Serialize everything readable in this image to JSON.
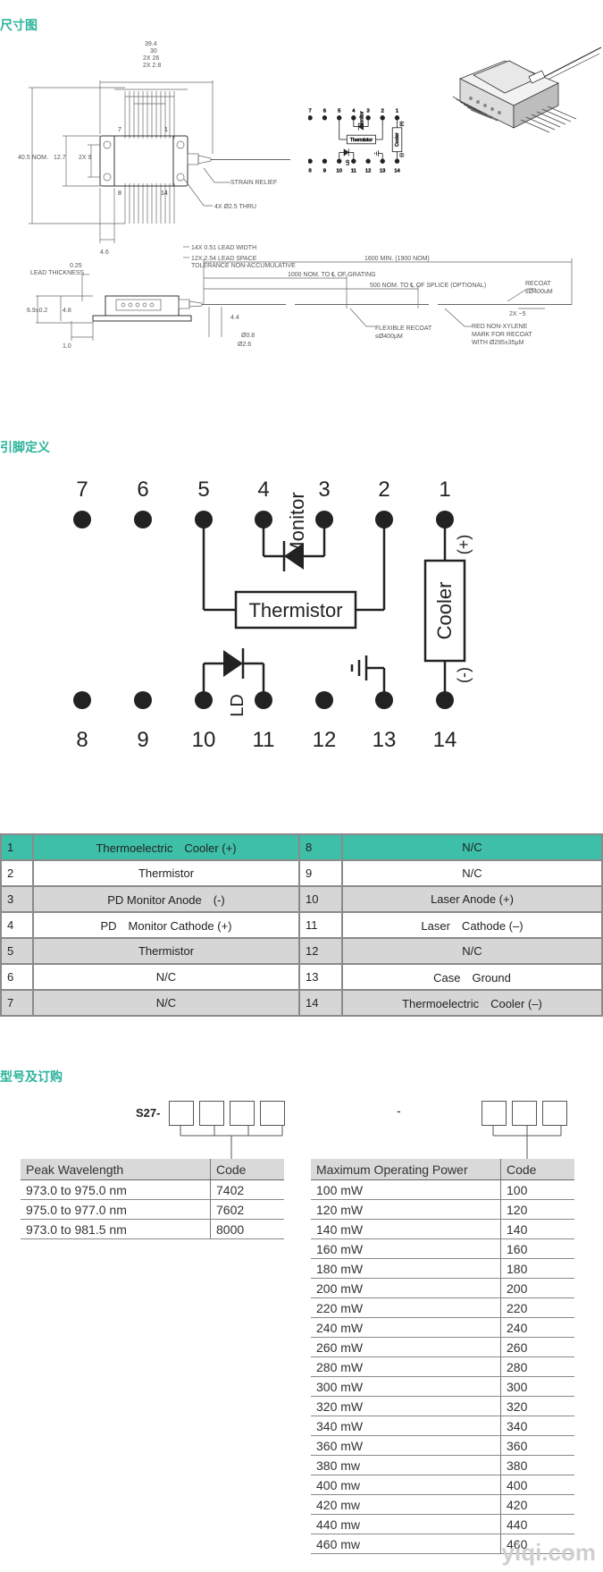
{
  "sections": {
    "dimensions": "尺寸图",
    "pin_definition": "引脚定义",
    "ordering": "型号及订购"
  },
  "drawing": {
    "dim_39_4": "39.4",
    "dim_30": "30",
    "dim_2x26": "2X 26",
    "dim_2x28": "2X 2.8",
    "dim_40_5": "40.5 NOM.",
    "dim_12_7": "12.7",
    "dim_2x9": "2X 9",
    "dim_4_6": "4.6",
    "strain_relief": "STRAIN RELIEF",
    "thru": "4X Ø2.5 THRU",
    "lead_width": "14X 0.51 LEAD WIDTH",
    "lead_space": "12X 2.54 LEAD SPACE",
    "tolerance": "TOLERANCE NON-ACCUMULATIVE",
    "pin7": "7",
    "pin1": "1",
    "pin8": "8",
    "pin14": "14",
    "lead_thickness": "LEAD THICKNESS",
    "dim_0_25": "0.25",
    "dim_6_9": "6.9±0.2",
    "dim_4_8": "4.8",
    "dim_1_0": "1.0",
    "dim_4_4": "4.4",
    "dim_08": "Ø0.8",
    "dim_26": "Ø2.6",
    "len_1600": "1600 MIN. (1900 NOM)",
    "len_1000": "1000 NOM. TO ℄ OF GRATING",
    "len_500": "500 NOM. TO ℄ OF SPLICE (OPTIONAL)",
    "recoat": "RECOAT",
    "recoat_dia": "≤Ø400uM",
    "flex_recoat": "FLEXIBLE RECOAT",
    "flex_dia": "≤Ø400μM",
    "red_mark1": "RED NON-XYLENE",
    "red_mark2": "MARK FOR RECOAT",
    "red_mark3": "WITH Ø295±35μM",
    "two_x_5": "2X ~5"
  },
  "mini_schematic": {
    "top_pins": [
      "7",
      "6",
      "5",
      "4",
      "3",
      "2",
      "1"
    ],
    "bottom_pins": [
      "8",
      "9",
      "10",
      "11",
      "12",
      "13",
      "14"
    ],
    "thermistor": "Thermistor",
    "monitor": "Monitor",
    "cooler": "Cooler",
    "plus": "(+)",
    "minus": "(-)",
    "ld": "LD"
  },
  "schematic": {
    "top_pins": [
      "7",
      "6",
      "5",
      "4",
      "3",
      "2",
      "1"
    ],
    "bottom_pins": [
      "8",
      "9",
      "10",
      "11",
      "12",
      "13",
      "14"
    ],
    "thermistor": "Thermistor",
    "monitor": "Monitor",
    "cooler": "Cooler",
    "plus": "(+)",
    "minus": "(-)",
    "ld": "LD"
  },
  "pin_table": [
    {
      "a": "1",
      "b": "Thermoelectric　Cooler (+)",
      "c": "8",
      "d": "N/C"
    },
    {
      "a": "2",
      "b": "Thermistor",
      "c": "9",
      "d": "N/C"
    },
    {
      "a": "3",
      "b": "PD Monitor Anode　(-)",
      "c": "10",
      "d": "Laser Anode (+)"
    },
    {
      "a": "4",
      "b": "PD　Monitor Cathode (+)",
      "c": "11",
      "d": "Laser　Cathode (–)"
    },
    {
      "a": "5",
      "b": "Thermistor",
      "c": "12",
      "d": "N/C"
    },
    {
      "a": "6",
      "b": "N/C",
      "c": "13",
      "d": "Case　Ground"
    },
    {
      "a": "7",
      "b": "N/C",
      "c": "14",
      "d": "Thermoelectric　Cooler (–)"
    }
  ],
  "ordering": {
    "prefix": "S27-",
    "dash": "-",
    "wavelength_table": {
      "headers": [
        "Peak Wavelength",
        "Code"
      ],
      "rows": [
        [
          "973.0 to 975.0 nm",
          "7402"
        ],
        [
          "975.0 to 977.0 nm",
          "7602"
        ],
        [
          "973.0 to 981.5 nm",
          "8000"
        ]
      ]
    },
    "power_table": {
      "headers": [
        "Maximum Operating Power",
        "Code"
      ],
      "rows": [
        [
          "100 mW",
          "100"
        ],
        [
          "120 mW",
          "120"
        ],
        [
          "140 mW",
          "140"
        ],
        [
          "160 mW",
          "160"
        ],
        [
          "180 mW",
          "180"
        ],
        [
          "200 mW",
          "200"
        ],
        [
          "220 mW",
          "220"
        ],
        [
          "240 mW",
          "240"
        ],
        [
          "260 mW",
          "260"
        ],
        [
          "280 mW",
          "280"
        ],
        [
          "300 mW",
          "300"
        ],
        [
          "320 mW",
          "320"
        ],
        [
          "340 mW",
          "340"
        ],
        [
          "360 mW",
          "360"
        ],
        [
          "380 mw",
          "380"
        ],
        [
          "400 mw",
          "400"
        ],
        [
          "420 mw",
          "420"
        ],
        [
          "440 mw",
          "440"
        ],
        [
          "460 mw",
          "460"
        ]
      ]
    }
  },
  "watermark": "yiqi.com"
}
